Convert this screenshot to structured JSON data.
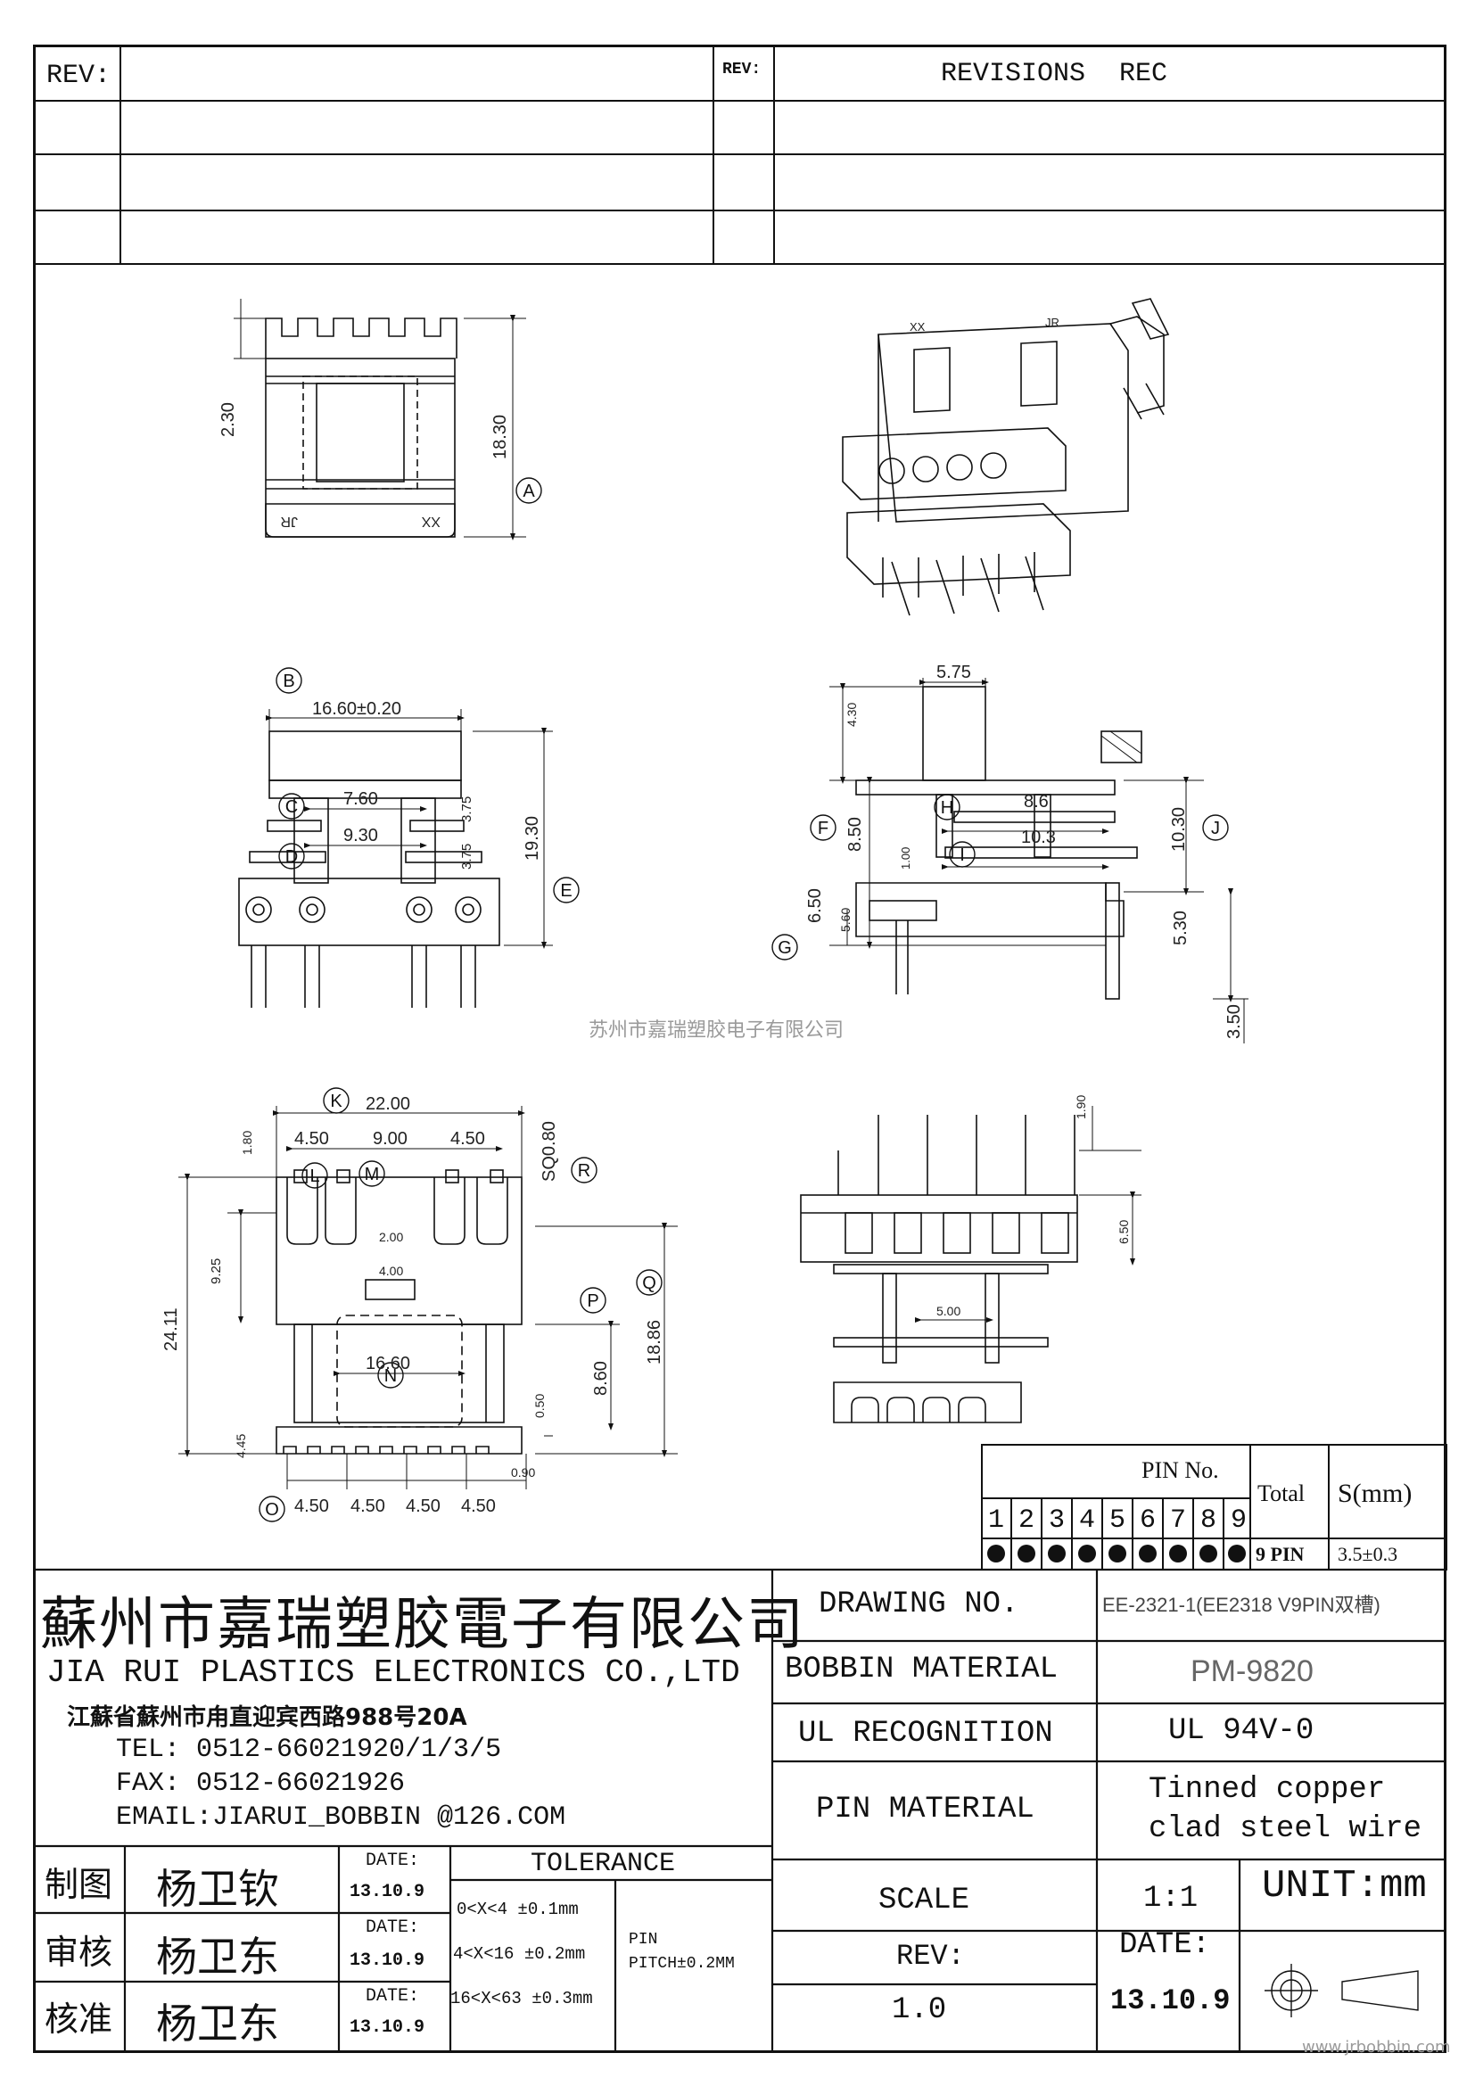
{
  "revision_table": {
    "rev_label_left": "REV:",
    "rev_label_right": "REV:",
    "revisions_label": "REVISIONS",
    "rec_label": "REC"
  },
  "watermark": {
    "center_text": "苏州市嘉瑞塑胶电子有限公司",
    "website": "www.jrbobbin.com"
  },
  "drawing": {
    "top_view": {
      "dims": [
        "2.30",
        "18.30"
      ],
      "marks": [
        "JR",
        "XX"
      ],
      "callout": "A"
    },
    "iso_view": {
      "marks": [
        "XX",
        "JR"
      ]
    },
    "front_view": {
      "dims": [
        "16.60±0.20",
        "7.60",
        "9.30",
        "3.75",
        "3.75",
        "19.30"
      ],
      "callouts": [
        "B",
        "C",
        "D",
        "E"
      ]
    },
    "side_view": {
      "dims": [
        "5.75",
        "4.30",
        "8.50",
        "8.6",
        "10.3",
        "1.00",
        "10.30",
        "6.50",
        "5.60",
        "5.30",
        "3.50"
      ],
      "callouts": [
        "F",
        "G",
        "H",
        "I",
        "J"
      ]
    },
    "bottom_view": {
      "dims": [
        "22.00",
        "1.80",
        "4.50",
        "9.00",
        "4.50",
        "SQ0.80",
        "2.00",
        "9.25",
        "4.00",
        "24.11",
        "16.60",
        "8.60",
        "18.86",
        "0.50",
        "4.45",
        "0.90",
        "4.50",
        "4.50",
        "4.50",
        "4.50"
      ],
      "callouts": [
        "K",
        "L",
        "M",
        "R",
        "Q",
        "P",
        "N",
        "O"
      ]
    },
    "end_view": {
      "dims": [
        "1.90",
        "6.50",
        "5.00"
      ]
    }
  },
  "pin_table": {
    "header": "PIN No.",
    "pins": [
      "1",
      "2",
      "3",
      "4",
      "5",
      "6",
      "7",
      "8",
      "9"
    ],
    "total_label": "Total",
    "s_label": "S(mm)",
    "total_value": "9 PIN",
    "s_value": "3.5±0.3"
  },
  "company": {
    "name_cn": "蘇州市嘉瑞塑胶電子有限公司",
    "name_en": "JIA RUI PLASTICS ELECTRONICS CO.,LTD",
    "address": "江蘇省蘇州市甪直迎宾西路988号20A",
    "tel": "TEL: 0512-66021920/1/3/5",
    "fax": "FAX: 0512-66021926",
    "email": "EMAIL:JIARUI_BOBBIN @126.COM"
  },
  "approvals": [
    {
      "role": "制图",
      "name": "杨卫钦",
      "date_label": "DATE:",
      "date": "13.10.9"
    },
    {
      "role": "审核",
      "name": "杨卫东",
      "date_label": "DATE:",
      "date": "13.10.9"
    },
    {
      "role": "核准",
      "name": "杨卫东",
      "date_label": "DATE:",
      "date": "13.10.9"
    }
  ],
  "tolerance": {
    "label": "TOLERANCE",
    "lines": [
      "0<X<4 ±0.1mm",
      "4<X<16 ±0.2mm",
      "16<X<63 ±0.3mm"
    ],
    "pin_label": "PIN",
    "pitch": "PITCH±0.2MM"
  },
  "spec": {
    "drawing_no_label": "DRAWING NO.",
    "drawing_no": "EE-2321-1(EE2318 V9PIN双槽)",
    "bobbin_material_label": "BOBBIN MATERIAL",
    "bobbin_material": "PM-9820",
    "ul_label": "UL RECOGNITION",
    "ul_value": "UL 94V-0",
    "pin_material_label": "PIN MATERIAL",
    "pin_material_1": "Tinned copper",
    "pin_material_2": "clad steel wire",
    "scale_label": "SCALE",
    "scale_value": "1:1",
    "unit": "UNIT:mm",
    "rev_label": "REV:",
    "rev_value": "1.0",
    "date_label": "DATE:",
    "date_value": "13.10.9"
  }
}
